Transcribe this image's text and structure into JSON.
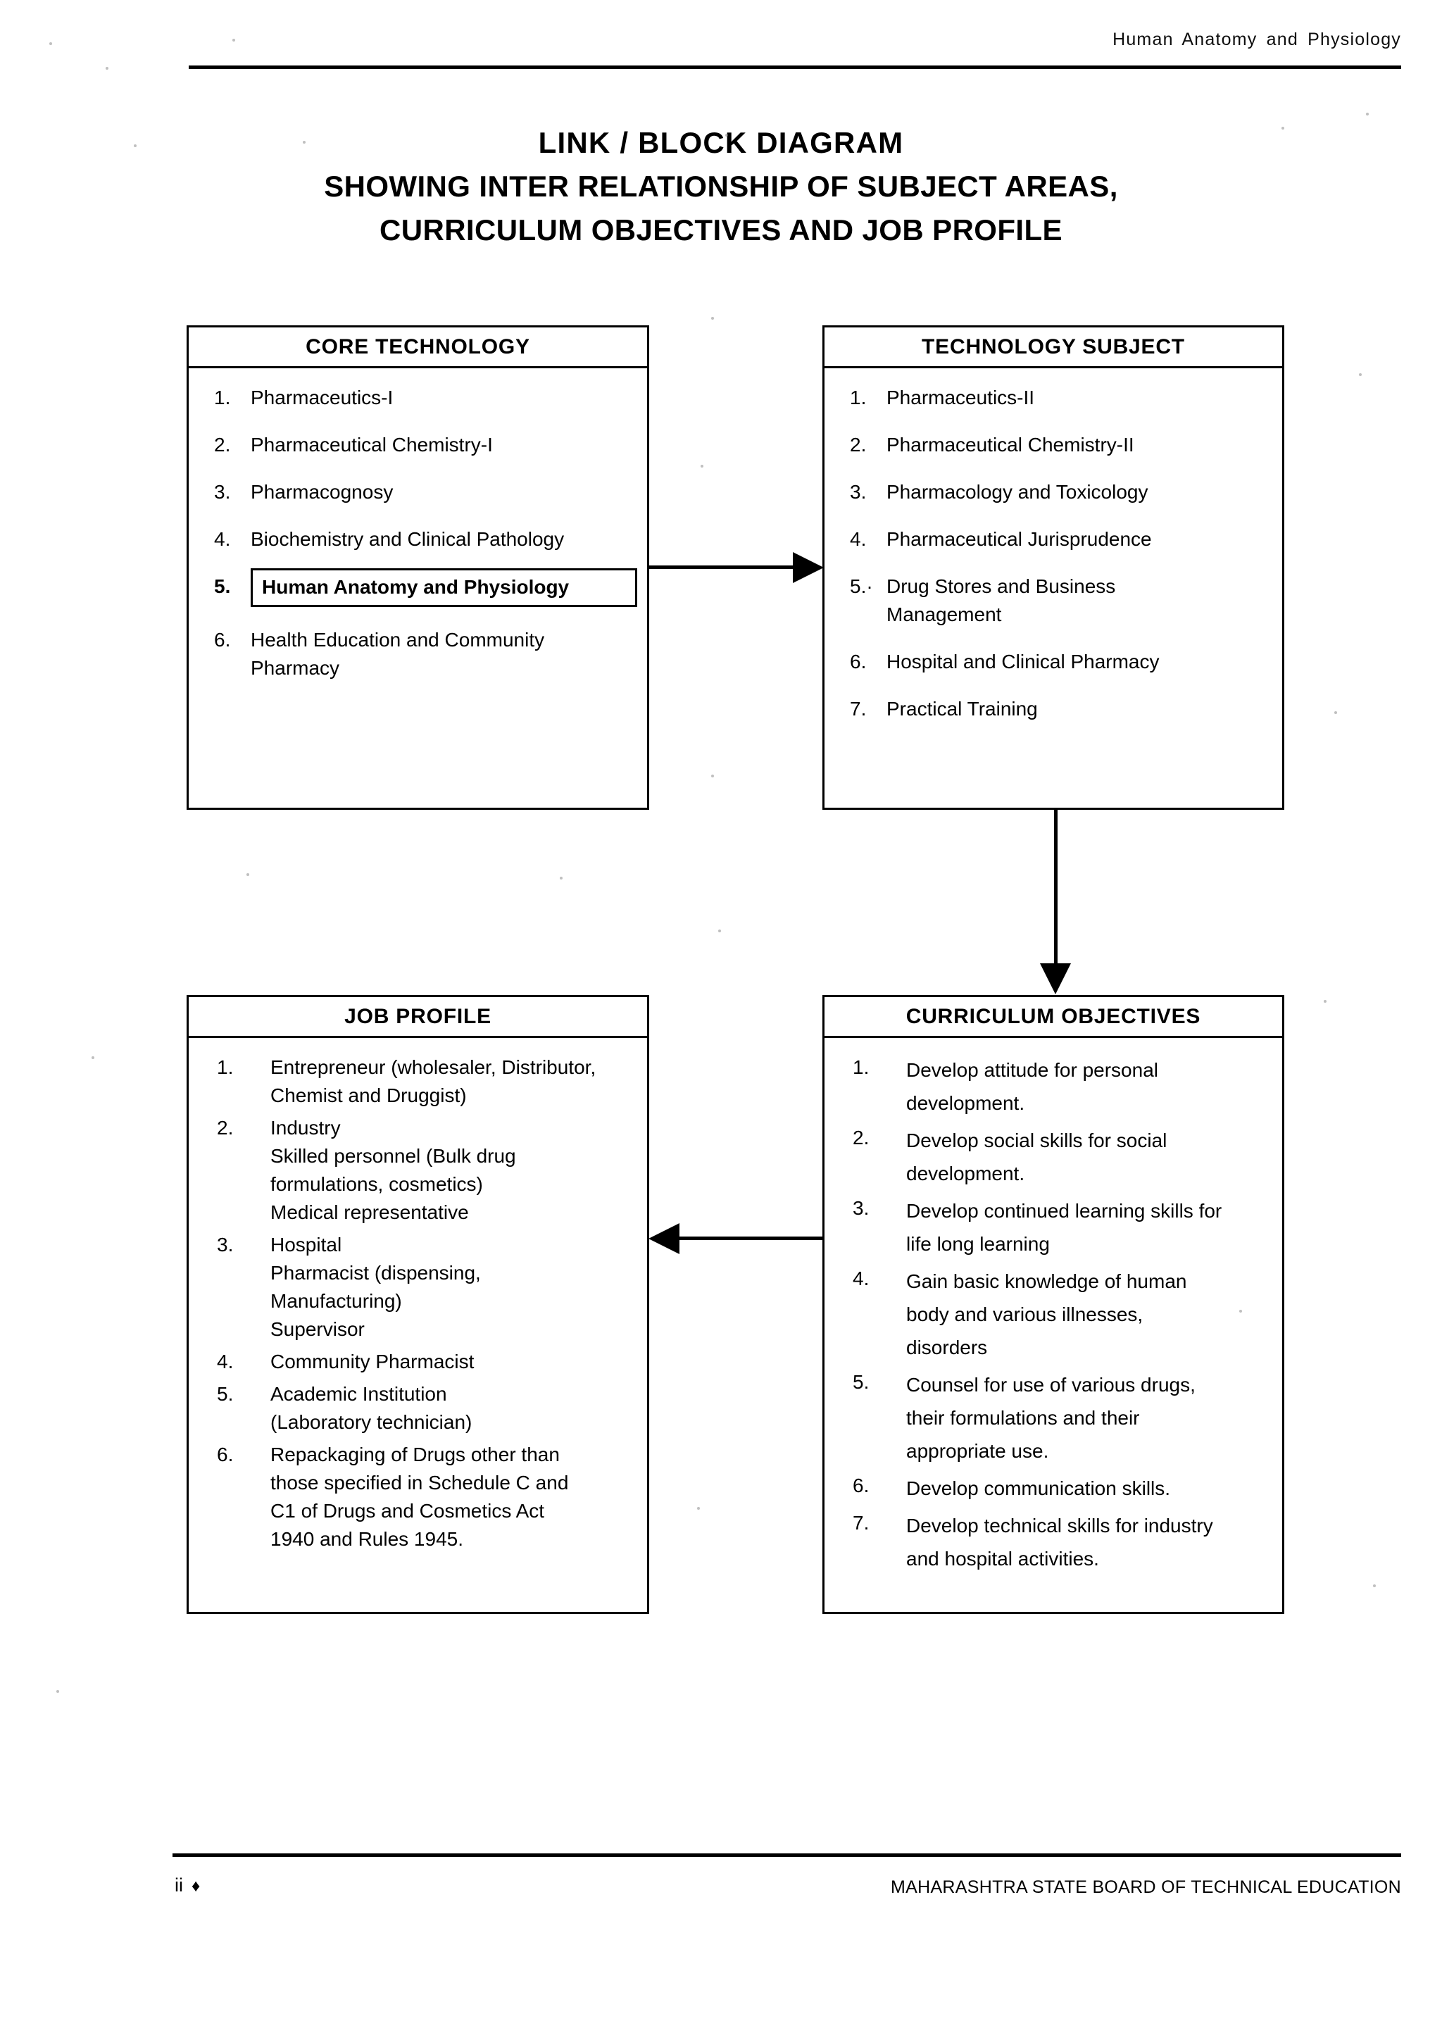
{
  "header": {
    "running_title": "Human Anatomy and Physiology"
  },
  "title": {
    "line1": "LINK / BLOCK DIAGRAM",
    "line2": "SHOWING INTER RELATIONSHIP OF SUBJECT AREAS,",
    "line3": "CURRICULUM OBJECTIVES AND JOB PROFILE"
  },
  "boxes": {
    "core_technology": {
      "heading": "CORE TECHNOLOGY",
      "items": [
        {
          "num": "1.",
          "text": "Pharmaceutics-I"
        },
        {
          "num": "2.",
          "text": "Pharmaceutical Chemistry-I"
        },
        {
          "num": "3.",
          "text": "Pharmacognosy"
        },
        {
          "num": "4.",
          "text": "Biochemistry and Clinical Pathology"
        },
        {
          "num": "5.",
          "text": "Human Anatomy and Physiology",
          "highlighted": true
        },
        {
          "num": "6.",
          "text": "Health Education and Community",
          "sub": "Pharmacy"
        }
      ]
    },
    "technology_subject": {
      "heading": "TECHNOLOGY SUBJECT",
      "items": [
        {
          "num": "1.",
          "text": "Pharmaceutics-II"
        },
        {
          "num": "2.",
          "text": "Pharmaceutical Chemistry-II"
        },
        {
          "num": "3.",
          "text": "Pharmacology and Toxicology"
        },
        {
          "num": "4.",
          "text": "Pharmaceutical Jurisprudence"
        },
        {
          "num": "5.·",
          "text": "Drug Stores and Business",
          "sub": "Management"
        },
        {
          "num": "6.",
          "text": "Hospital and Clinical Pharmacy"
        },
        {
          "num": "7.",
          "text": "Practical Training"
        }
      ]
    },
    "job_profile": {
      "heading": "JOB PROFILE",
      "items": [
        {
          "num": "1.",
          "text": "Entrepreneur (wholesaler, Distributor,",
          "sub": "Chemist and Druggist)"
        },
        {
          "num": "2.",
          "text": "Industry",
          "sub": "Skilled personnel (Bulk drug",
          "sub2": "formulations, cosmetics)",
          "sub3": "Medical representative"
        },
        {
          "num": "3.",
          "text": "Hospital",
          "sub": "Pharmacist  (dispensing,",
          "sub2": "Manufacturing)",
          "sub3": "Supervisor"
        },
        {
          "num": "4.",
          "text": "Community Pharmacist"
        },
        {
          "num": "5.",
          "text": "Academic Institution",
          "sub": "(Laboratory technician)"
        },
        {
          "num": "6.",
          "text": "Repackaging of Drugs other than",
          "sub": "those specified in Schedule C and",
          "sub2": "C1 of Drugs and Cosmetics Act",
          "sub3": "1940 and Rules 1945."
        }
      ]
    },
    "curriculum_objectives": {
      "heading": "CURRICULUM OBJECTIVES",
      "items": [
        {
          "num": "1.",
          "text": "Develop attitude for personal",
          "sub": "development."
        },
        {
          "num": "2.",
          "text": "Develop social skills for social",
          "sub": "development."
        },
        {
          "num": "3.",
          "text": "Develop continued learning skills for",
          "sub": "life long learning"
        },
        {
          "num": "4.",
          "text": "Gain basic knowledge of human",
          "sub": "body and various illnesses,",
          "sub2": "disorders"
        },
        {
          "num": "5.",
          "text": "Counsel for use of  various drugs,",
          "sub": "their formulations and their",
          "sub2": "appropriate use."
        },
        {
          "num": "6.",
          "text": "Develop communication skills."
        },
        {
          "num": "7.",
          "text": "Develop technical skills for industry",
          "sub": "and hospital activities."
        }
      ]
    }
  },
  "arrows": {
    "core_to_technology": "right-arrow",
    "technology_to_curriculum": "down-arrow",
    "curriculum_to_job": "left-arrow"
  },
  "footer": {
    "page_number": "ii",
    "diamond": "♦",
    "organization": "MAHARASHTRA STATE BOARD OF TECHNICAL EDUCATION"
  },
  "colors": {
    "ink": "#000000",
    "paper": "#ffffff"
  }
}
